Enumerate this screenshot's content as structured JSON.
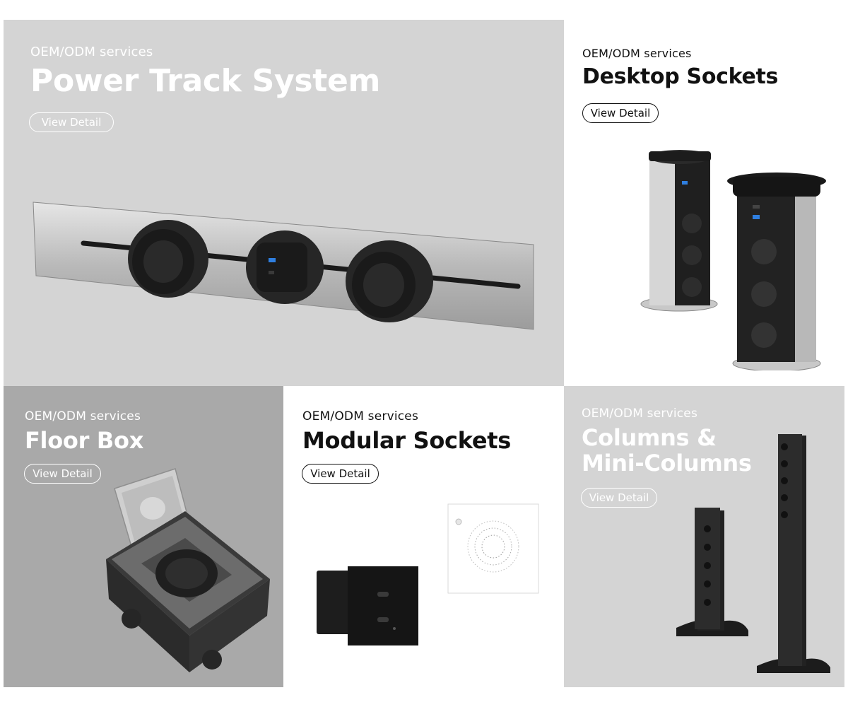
{
  "colors": {
    "power_track_bg": "#d4d4d4",
    "desktop_bg": "#ffffff",
    "floor_box_bg": "#a9a9a9",
    "modular_bg": "#ffffff",
    "columns_bg": "#d4d4d4"
  },
  "tiles": {
    "power_track": {
      "eyebrow": "OEM/ODM services",
      "title": "Power Track System",
      "button": "View Detail"
    },
    "desktop": {
      "eyebrow": "OEM/ODM services",
      "title": "Desktop Sockets",
      "button": "View Detail"
    },
    "floor_box": {
      "eyebrow": "OEM/ODM services",
      "title": "Floor Box",
      "button": "View Detail"
    },
    "modular": {
      "eyebrow": "OEM/ODM services",
      "title": "Modular Sockets",
      "button": "View Detail"
    },
    "columns": {
      "eyebrow": "OEM/ODM services",
      "title_line1": "Columns &",
      "title_line2": "Mini-Columns",
      "button": "View Detail"
    }
  }
}
